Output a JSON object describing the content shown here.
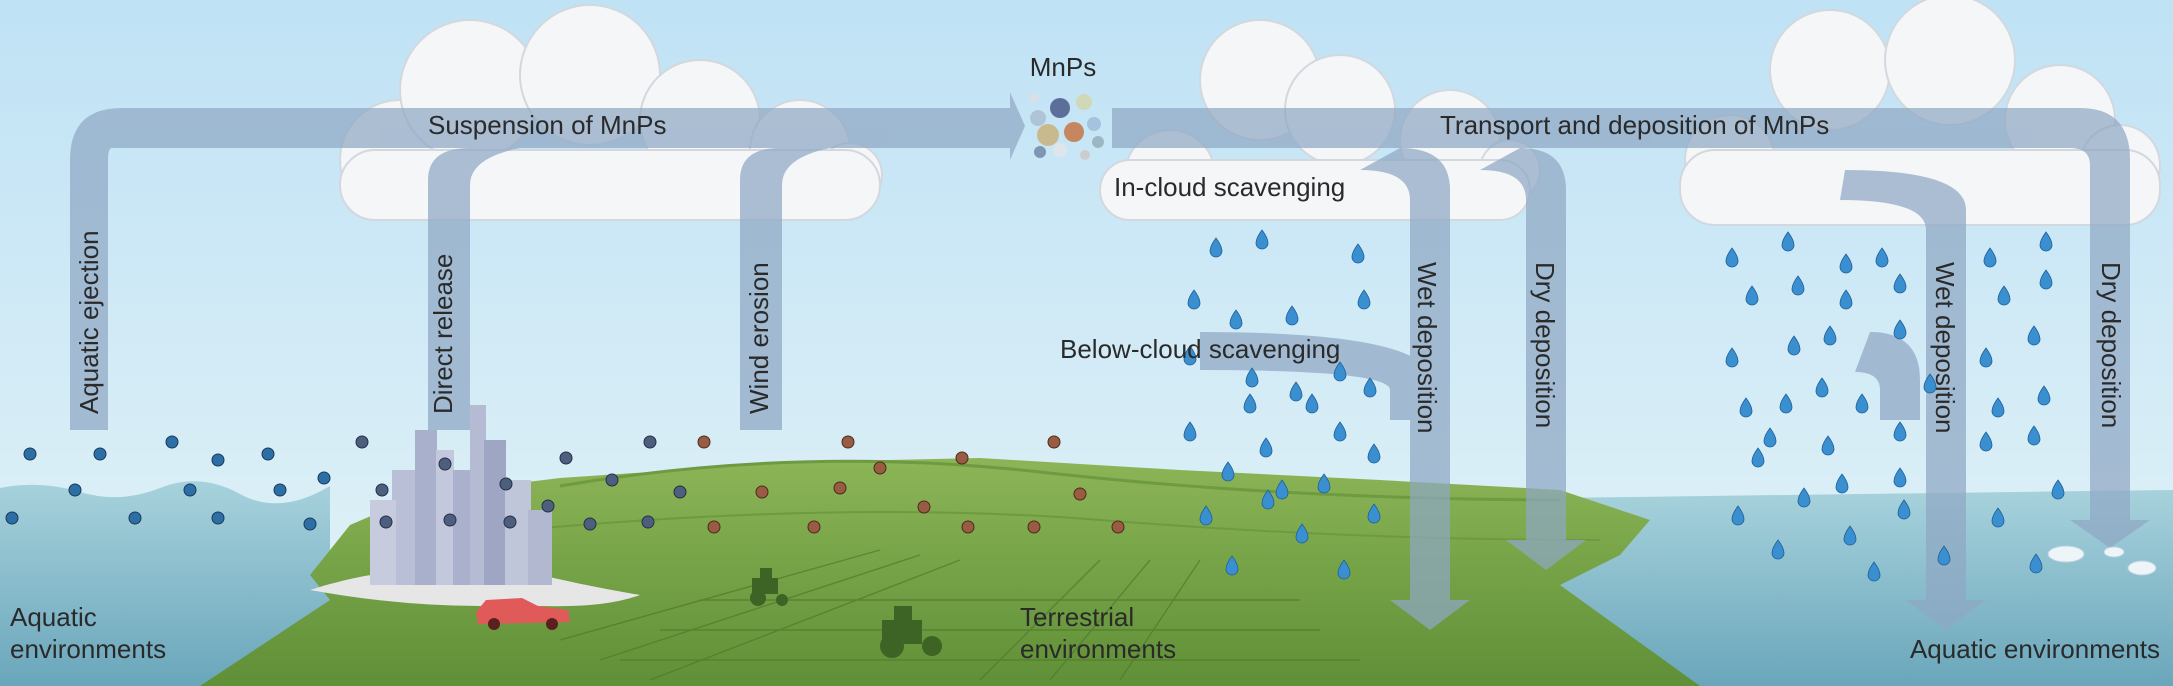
{
  "title": "MnPs",
  "labels": {
    "suspension": "Suspension of MnPs",
    "transport": "Transport and deposition of MnPs",
    "aquatic_ejection": "Aquatic ejection",
    "direct_release": "Direct release",
    "wind_erosion": "Wind erosion",
    "in_cloud": "In-cloud scavenging",
    "below_cloud": "Below-cloud scavenging",
    "wet_deposition_1": "Wet deposition",
    "dry_deposition_1": "Dry deposition",
    "wet_deposition_2": "Wet deposition",
    "dry_deposition_2": "Dry deposition"
  },
  "environments": {
    "aquatic_left_1": "Aquatic",
    "aquatic_left_2": "environments",
    "terrestrial_1": "Terrestrial",
    "terrestrial_2": "environments",
    "aquatic_right": "Aquatic environments"
  },
  "colors": {
    "sky": "#cfe9f6",
    "arrow": "#8fa8c4",
    "land": "#7aa546",
    "water": "#8fc1cf",
    "raindrop": "#3a8fd0",
    "particle_blue": "#2b6fa6",
    "particle_brown": "#9a5b43",
    "particle_slate": "#4e5f7d"
  }
}
